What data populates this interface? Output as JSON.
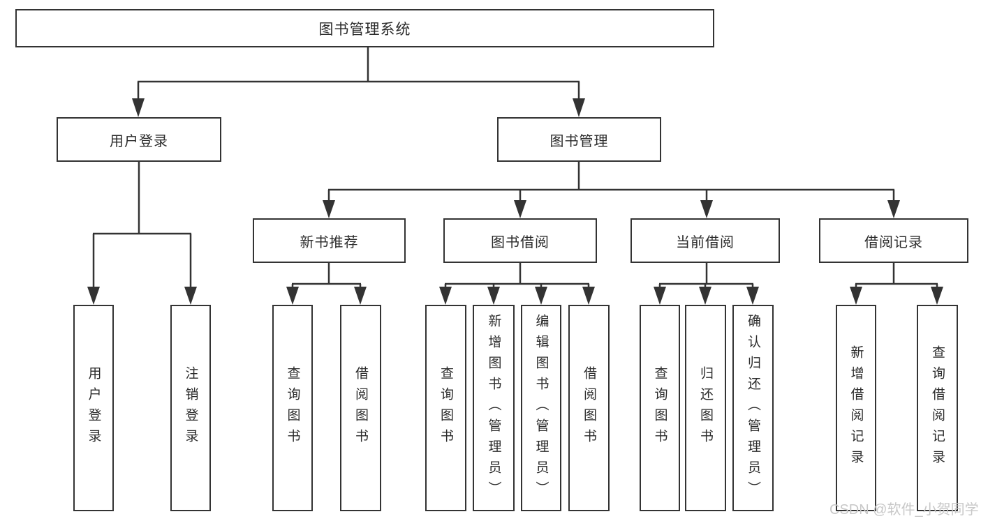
{
  "tree": {
    "root": {
      "label": "图书管理系统"
    },
    "branches": [
      {
        "label": "用户登录",
        "children": [
          {
            "label": "用户登录"
          },
          {
            "label": "注销登录"
          }
        ]
      },
      {
        "label": "图书管理",
        "children": [
          {
            "label": "新书推荐",
            "children": [
              {
                "label": "查询图书"
              },
              {
                "label": "借阅图书"
              }
            ]
          },
          {
            "label": "图书借阅",
            "children": [
              {
                "label": "查询图书"
              },
              {
                "label": "新增图书（管理员）"
              },
              {
                "label": "编辑图书（管理员）"
              },
              {
                "label": "借阅图书"
              }
            ]
          },
          {
            "label": "当前借阅",
            "children": [
              {
                "label": "查询图书"
              },
              {
                "label": "归还图书"
              },
              {
                "label": "确认归还（管理员）"
              }
            ]
          },
          {
            "label": "借阅记录",
            "children": [
              {
                "label": "新增借阅记录"
              },
              {
                "label": "查询借阅记录"
              }
            ]
          }
        ]
      }
    ]
  },
  "watermark": "CSDN @软件_小贺同学",
  "colors": {
    "line": "#333333",
    "text": "#2b2b2b",
    "watermark": "#c8c8c8",
    "background": "#ffffff"
  }
}
